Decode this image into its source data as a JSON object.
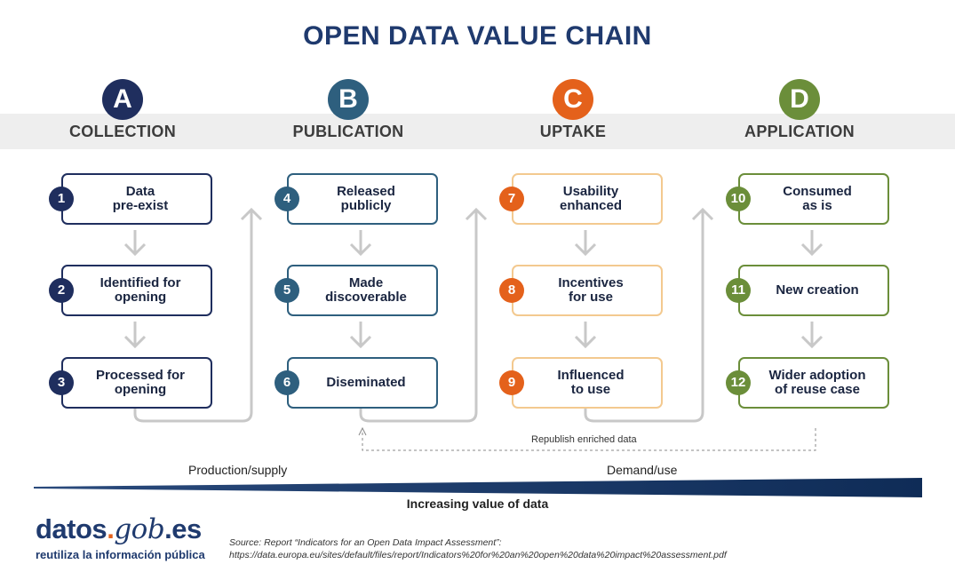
{
  "title": "OPEN DATA VALUE CHAIN",
  "colors": {
    "title": "#1f3a6e",
    "stage_a": "#1f2e5e",
    "stage_b": "#2e5f7e",
    "stage_c": "#e4611b",
    "stage_d": "#6b8e3a",
    "box_c_border": "#f3c98f",
    "arrow": "#c8c8c8"
  },
  "stages": [
    {
      "letter": "A",
      "name": "COLLECTION",
      "steps": [
        {
          "num": "1",
          "label": "Data\npre-exist"
        },
        {
          "num": "2",
          "label": "Identified for\nopening"
        },
        {
          "num": "3",
          "label": "Processed for\nopening"
        }
      ]
    },
    {
      "letter": "B",
      "name": "PUBLICATION",
      "steps": [
        {
          "num": "4",
          "label": "Released\npublicly"
        },
        {
          "num": "5",
          "label": "Made\ndiscoverable"
        },
        {
          "num": "6",
          "label": "Diseminated"
        }
      ]
    },
    {
      "letter": "C",
      "name": "UPTAKE",
      "steps": [
        {
          "num": "7",
          "label": "Usability\nenhanced"
        },
        {
          "num": "8",
          "label": "Incentives\nfor use"
        },
        {
          "num": "9",
          "label": "Influenced\nto use"
        }
      ]
    },
    {
      "letter": "D",
      "name": "APPLICATION",
      "steps": [
        {
          "num": "10",
          "label": "Consumed\nas is"
        },
        {
          "num": "11",
          "label": "New creation"
        },
        {
          "num": "12",
          "label": "Wider adoption\nof reuse case"
        }
      ]
    }
  ],
  "republish_label": "Republish enriched data",
  "production_label": "Production/supply",
  "demand_label": "Demand/use",
  "value_caption": "Increasing value of data",
  "logo": {
    "main": "datos",
    "dot": ".",
    "gob": "gob",
    "es": ".es",
    "tagline": "reutiliza la información pública"
  },
  "source": {
    "line1": "Source: Report “Indicators for an Open Data Impact Assessment”:",
    "line2": "https://data.europa.eu/sites/default/files/report/Indicators%20for%20an%20open%20data%20impact%20assessment.pdf"
  }
}
